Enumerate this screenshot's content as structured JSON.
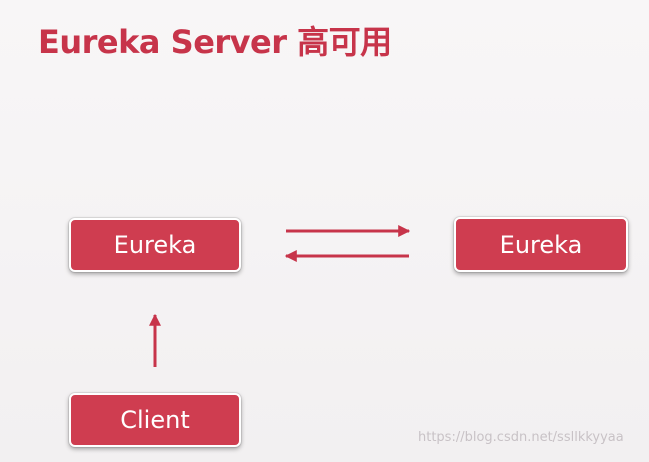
{
  "title": "Eureka Server 高可用",
  "nodes": {
    "eureka_left": "Eureka",
    "eureka_right": "Eureka",
    "client": "Client"
  },
  "watermark": "https://blog.csdn.net/ssllkkyyaa",
  "colors": {
    "accent": "#cf3d50",
    "title": "#c7344a",
    "background": "#f6f4f5"
  }
}
